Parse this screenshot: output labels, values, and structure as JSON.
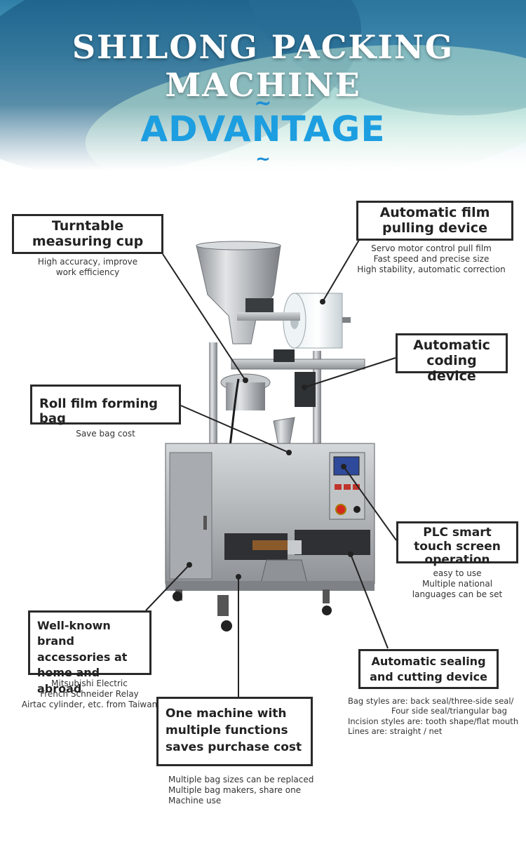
{
  "header": {
    "title": "SHILONG PACKING MACHINE",
    "subtitle": "ADVANTAGE",
    "tilde": "~"
  },
  "callouts": {
    "turntable": {
      "title": "Turntable measuring cup",
      "lines": [
        "High accuracy, improve",
        "work efficiency"
      ]
    },
    "film_pulling": {
      "title": "Automatic film pulling device",
      "lines": [
        "Servo motor control pull film",
        "Fast speed and precise size",
        "High stability, automatic correction"
      ]
    },
    "coding": {
      "title": "Automatic coding device"
    },
    "roll_film": {
      "title": "Roll film forming bag",
      "lines": [
        "Save bag cost"
      ]
    },
    "plc": {
      "title": "PLC smart touch screen operation",
      "lines": [
        "easy to use",
        "Multiple national",
        "languages can be set"
      ]
    },
    "brand": {
      "title": "Well-known brand accessories at home and abroad",
      "lines": [
        "Mitsubishi Electric",
        "French Schneider Relay",
        "Airtac cylinder, etc. from Taiwan"
      ]
    },
    "sealing": {
      "title": "Automatic sealing and cutting device",
      "lines": [
        "Bag styles are: back seal/three-side seal/",
        "Four side seal/triangular bag",
        "Incision styles are: tooth shape/flat mouth",
        "Lines are: straight / net"
      ]
    },
    "multi": {
      "title": "One machine with multiple functions saves purchase cost",
      "lines": [
        "Multiple bag sizes can be replaced",
        "Multiple bag makers, share one",
        "Machine use"
      ]
    }
  },
  "colors": {
    "accent": "#1d9ee0",
    "steel": "#b9bcbf",
    "steel_dark": "#7d8185",
    "panel": "#9fa3a6"
  }
}
